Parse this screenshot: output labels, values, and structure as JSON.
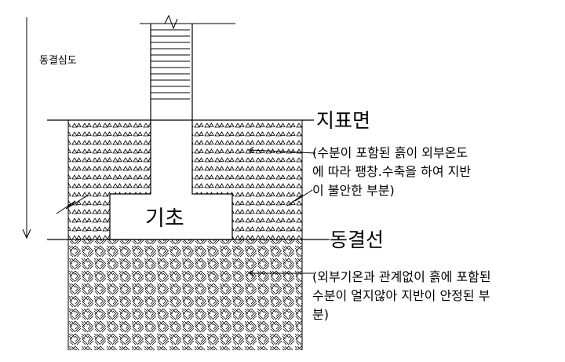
{
  "diagram": {
    "frost_depth_label": "동결심도",
    "ground_surface_label": "지표면",
    "foundation_label": "기초",
    "frost_line_label": "동결선",
    "unstable_soil_note": [
      "(수분이 포함된 흙이 외부온도",
      " 에 따라 팽창.수축을 하여 지반",
      " 이 불안한 부분)"
    ],
    "stable_soil_note": [
      "(외부기온과 관계없이 흙에 포함된",
      "수분이 얼지않아 지반이 안정된 부",
      "분)"
    ],
    "colors": {
      "line": "#000000",
      "background": "#ffffff"
    }
  }
}
